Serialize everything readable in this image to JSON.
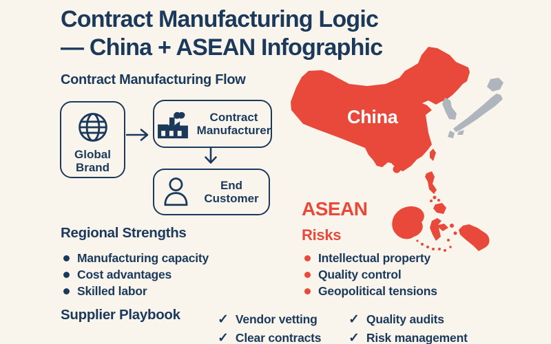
{
  "title": {
    "line1": "Contract Manufacturing Logic",
    "line2": "— China + ASEAN Infographic"
  },
  "flow": {
    "heading": "Contract Manufacturing Flow",
    "global_brand": {
      "line1": "Global",
      "line2": "Brand"
    },
    "contract_manufacturer": {
      "line1": "Contract",
      "line2": "Manufacturer"
    },
    "end_customer": {
      "line1": "End",
      "line2": "Customer"
    }
  },
  "map": {
    "china_label": "China",
    "asean_label": "ASEAN"
  },
  "strengths": {
    "heading": "Regional Strengths",
    "items": [
      "Manufacturing capacity",
      "Cost advantages",
      "Skilled labor"
    ]
  },
  "risks": {
    "heading": "Risks",
    "items": [
      "Intellectual property",
      "Quality control",
      "Geopolitical tensions"
    ]
  },
  "playbook": {
    "heading": "Supplier Playbook",
    "check_glyph": "✓",
    "column1": [
      "Vendor vetting",
      "Clear contracts"
    ],
    "column2": [
      "Quality audits",
      "Risk management"
    ]
  },
  "icons": {
    "globe": "globe-icon",
    "factory": "factory-icon",
    "person": "person-icon",
    "check": "check-icon"
  },
  "colors": {
    "background": "#F9F4EC",
    "navy": "#1B3A5B",
    "red": "#E8493A",
    "gray_neighbors": "#AFB5BC",
    "china_label_text": "#FFFFFF"
  }
}
